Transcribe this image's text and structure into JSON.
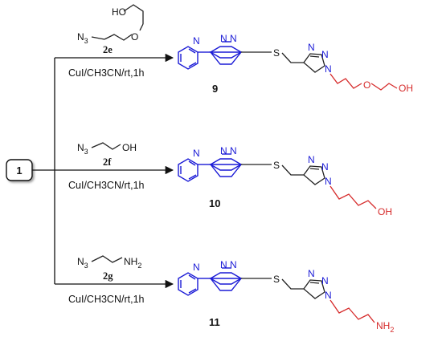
{
  "start": {
    "label": "1"
  },
  "atoms": {
    "N": "N",
    "S": "S",
    "O": "O",
    "H": "H",
    "N3": "N",
    "three": "3",
    "NH": "NH",
    "two": "2"
  },
  "rows": [
    {
      "reagent_code": "2e",
      "conditions": "CuI/CH3CN/rt,1h",
      "product_number": "9",
      "reagent_tail": "HO",
      "product_tail": "OH"
    },
    {
      "reagent_code": "2f",
      "conditions": "CuI/CH3CN/rt,1h",
      "product_number": "10",
      "reagent_tail": "OH",
      "product_tail": "OH"
    },
    {
      "reagent_code": "2g",
      "conditions": "CuI/CH3CN/rt,1h",
      "product_number": "11",
      "reagent_tail": "NH",
      "product_tail": "NH"
    }
  ],
  "colors": {
    "core": "#1a1ad6",
    "tail": "#d62a2a",
    "line": "#111111"
  }
}
